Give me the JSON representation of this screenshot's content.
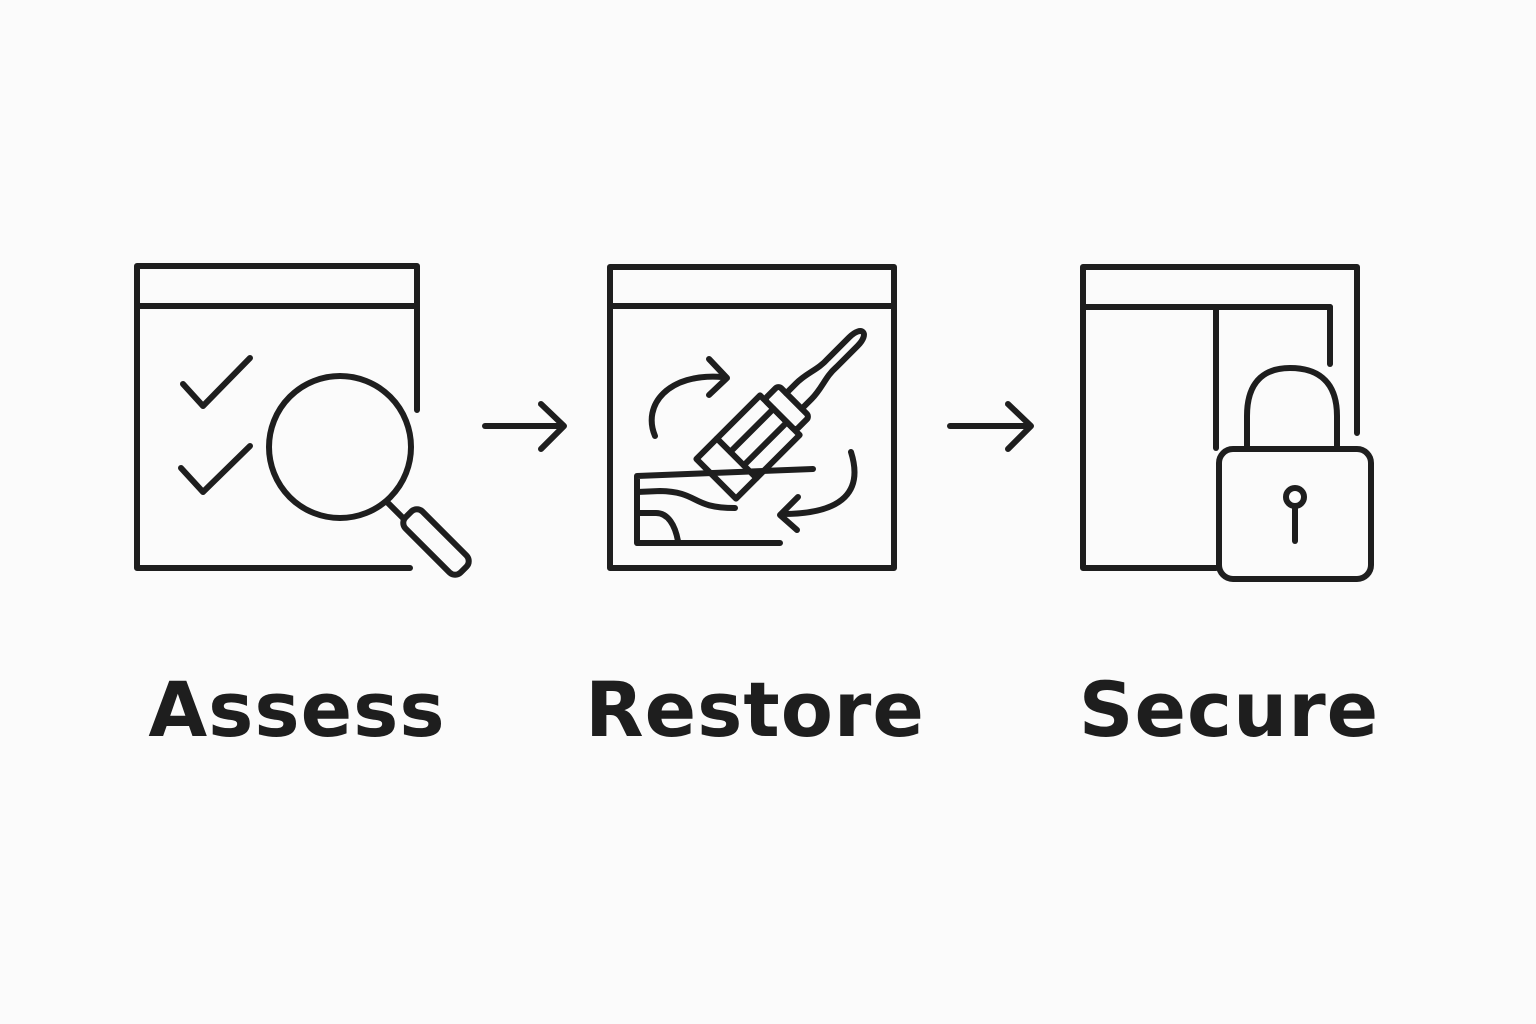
{
  "steps": [
    {
      "label": "Assess",
      "icon": "window-checklist-magnifier-icon"
    },
    {
      "label": "Restore",
      "icon": "window-paintbrush-repair-icon"
    },
    {
      "label": "Secure",
      "icon": "window-padlock-icon"
    }
  ],
  "connectors": [
    "arrow-right-icon",
    "arrow-right-icon"
  ],
  "colors": {
    "background": "#fbfbfb",
    "stroke": "#1e1e1e"
  }
}
